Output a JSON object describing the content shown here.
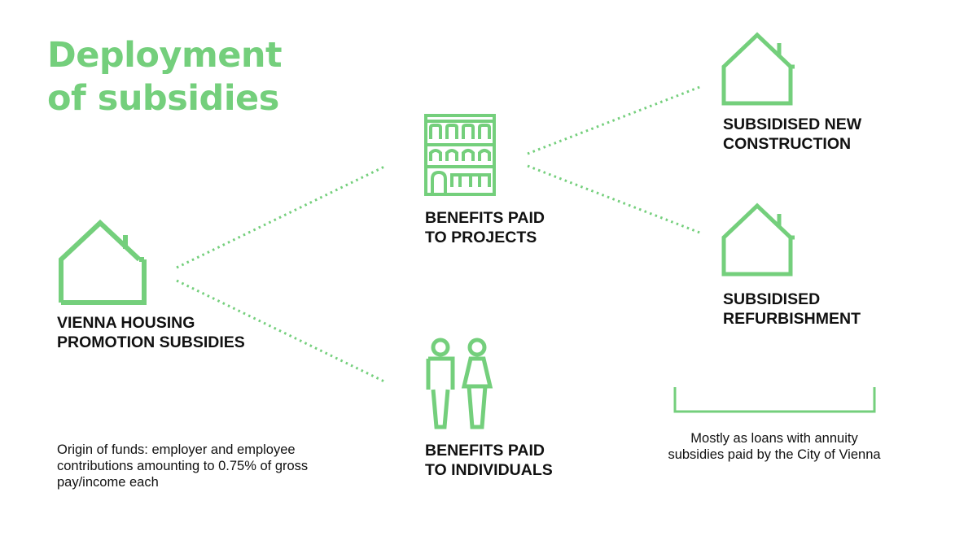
{
  "title": {
    "line1": "Deployment",
    "line2": "of subsidies"
  },
  "source": {
    "label_line1": "VIENNA HOUSING",
    "label_line2": "PROMOTION SUBSIDIES",
    "note_line1": "Origin of funds: employer and employee",
    "note_line2": "contributions amounting to 0.75% of gross",
    "note_line3": "pay/income each"
  },
  "projects": {
    "label_line1": "BENEFITS PAID",
    "label_line2": "TO PROJECTS"
  },
  "individuals": {
    "label_line1": "BENEFITS PAID",
    "label_line2": "TO INDIVIDUALS"
  },
  "new_construction": {
    "label_line1": "SUBSIDISED NEW",
    "label_line2": "CONSTRUCTION"
  },
  "refurbishment": {
    "label_line1": "SUBSIDISED",
    "label_line2": "REFURBISHMENT"
  },
  "bracket_note": {
    "line1": "Mostly as loans with annuity",
    "line2": "subsidies paid by the City of Vienna"
  },
  "colors": {
    "accent": "#74cf7c",
    "text": "#111111",
    "background": "#ffffff"
  },
  "icons": [
    "house-icon",
    "apartment-building-icon",
    "people-icon"
  ]
}
